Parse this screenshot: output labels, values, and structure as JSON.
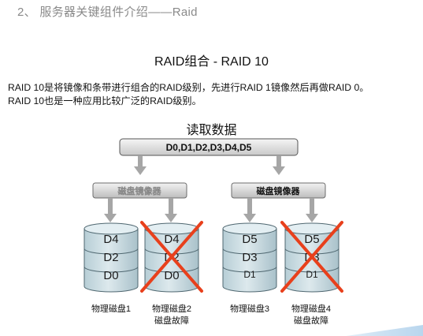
{
  "section_title": "2、 服务器关键组件介绍——Raid",
  "diagram_title": "RAID组合 - RAID 10",
  "description": [
    "RAID 10是将镜像和条带进行组合的RAID级别，先进行RAID 1镜像然后再做RAID  0。",
    "RAID 10也是一种应用比较广泛的RAID级别。"
  ],
  "read_label": "读取数据",
  "data_bar_label": "D0,D1,D2,D3,D4,D5",
  "mirrors": [
    {
      "label": "磁盘镜像器"
    },
    {
      "label": "磁盘镜像器"
    }
  ],
  "disks": [
    {
      "blocks": [
        "D4",
        "D2",
        "D0"
      ],
      "caption": [
        "物理磁盘1"
      ],
      "failed": false
    },
    {
      "blocks": [
        "D4",
        "D2",
        "D0"
      ],
      "caption": [
        "物理磁盘2",
        "磁盘故障"
      ],
      "failed": true
    },
    {
      "blocks": [
        "D5",
        "D3",
        "D1"
      ],
      "caption": [
        "物理磁盘3"
      ],
      "failed": false
    },
    {
      "blocks": [
        "D5",
        "D3",
        "D1"
      ],
      "caption": [
        "物理磁盘4",
        "磁盘故障"
      ],
      "failed": true
    }
  ],
  "colors": {
    "disk_fill": "#c7dbe2",
    "disk_top": "#e3eef2",
    "disk_stroke": "#4f6770",
    "bar_fill": "#dcdcdc",
    "bar_stroke": "#555555",
    "arrow": "#a6a6a6",
    "failure_x": "#e8401c"
  }
}
